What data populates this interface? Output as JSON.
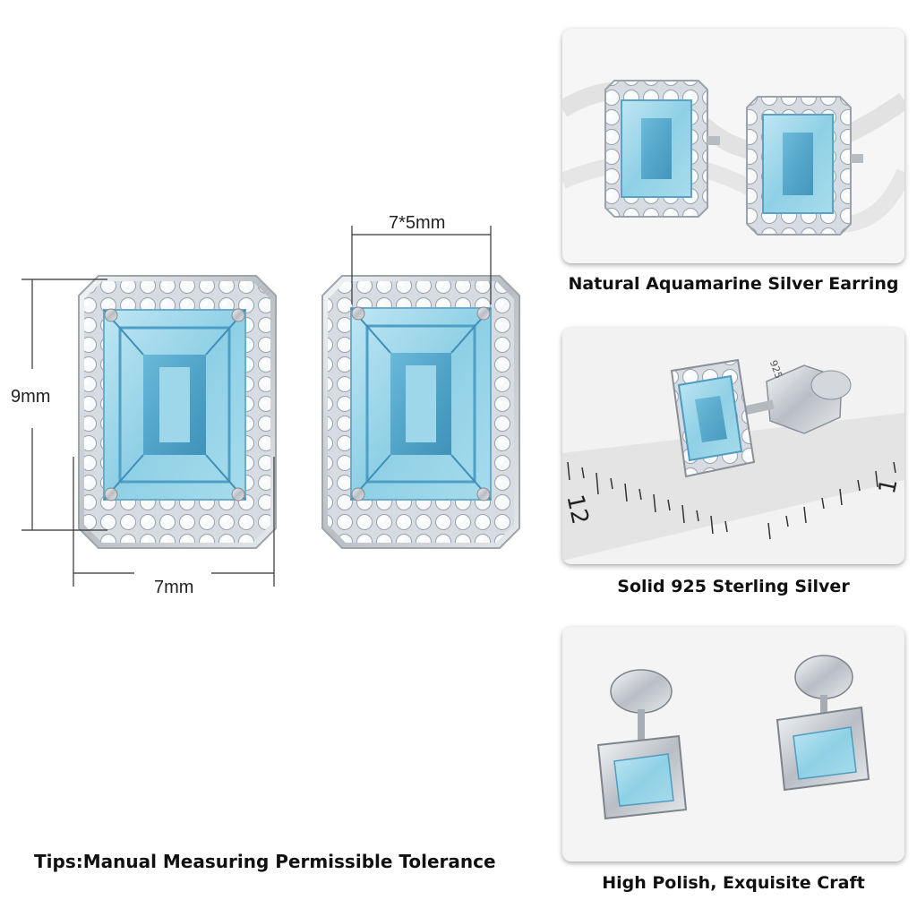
{
  "dimensions": {
    "height": "9mm",
    "width": "7mm",
    "stone_size": "7*5mm"
  },
  "panels": [
    {
      "caption": "Natural Aquamarine Silver Earring"
    },
    {
      "caption": "Solid 925 Sterling Silver",
      "stamp": "925",
      "ruler_labels": [
        "12",
        "1"
      ]
    },
    {
      "caption": "High Polish, Exquisite Craft"
    }
  ],
  "tips": "Tips:Manual Measuring Permissible Tolerance",
  "colors": {
    "stone": "#8fd0e6",
    "stone_dark": "#3f98bf",
    "metal": "#c9ccd1",
    "halo": "#e8edf2"
  }
}
